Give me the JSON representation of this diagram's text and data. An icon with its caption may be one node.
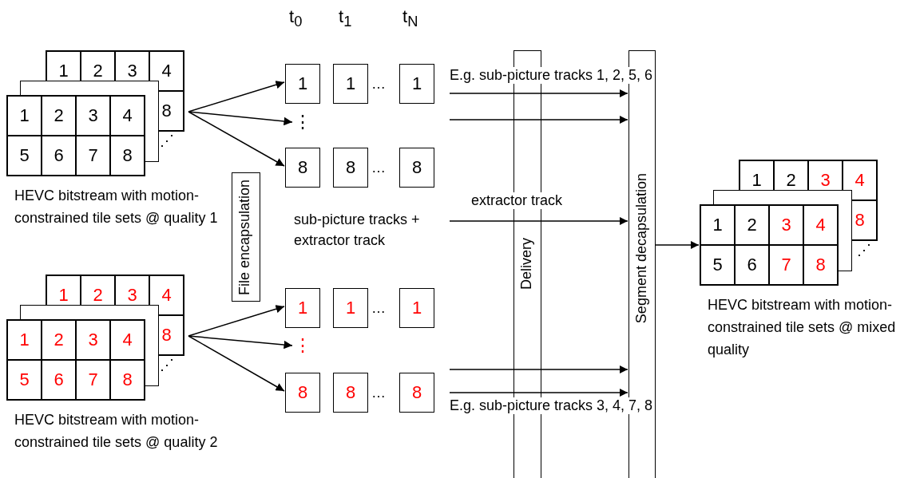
{
  "diagram": {
    "nodes": [
      {
        "text": [
          "1",
          "2",
          "3",
          "4",
          "8",
          "1",
          "2",
          "3",
          "4",
          "5",
          "6",
          "7",
          "8"
        ],
        "beside": [
          "HEVC bitstream with motion-constrained tile sets @ quality 1"
        ]
      },
      {
        "text": [
          "1",
          "2",
          "3",
          "4",
          "8",
          "1",
          "2",
          "3",
          "4",
          "5",
          "6",
          "7",
          "8"
        ],
        "beside": [
          "HEVC bitstream with motion-constrained tile sets @ quality 2"
        ]
      },
      {
        "text": [
          "File encapsulation"
        ]
      },
      {
        "text": [
          "1"
        ]
      },
      {
        "text": [
          "1"
        ]
      },
      {
        "text": [
          "1"
        ]
      },
      {
        "text": [
          "⋮"
        ]
      },
      {
        "text": [
          "8"
        ]
      },
      {
        "text": [
          "8"
        ]
      },
      {
        "text": [
          "8"
        ]
      },
      {
        "text": [
          "1"
        ]
      },
      {
        "text": [
          "1"
        ]
      },
      {
        "text": [
          "1"
        ]
      },
      {
        "text": [
          "⋮"
        ]
      },
      {
        "text": [
          "8"
        ]
      },
      {
        "text": [
          "8"
        ]
      },
      {
        "text": [
          "8"
        ]
      },
      {
        "text": [
          "Delivery"
        ]
      },
      {
        "text": [
          "Segment decapsulation"
        ]
      },
      {
        "text": [
          "1",
          "2",
          "3",
          "4",
          "8",
          "1",
          "2",
          "3",
          "4",
          "5",
          "6",
          "7",
          "8"
        ],
        "beside": [
          "HEVC bitstream with motion-constrained tile sets @ mixed quality"
        ]
      }
    ],
    "edges": [
      {
        "from": 0,
        "to": 3,
        "arrow": "to"
      },
      {
        "from": 0,
        "to": 6,
        "arrow": "to"
      },
      {
        "from": 0,
        "to": 7,
        "arrow": "to"
      },
      {
        "from": 1,
        "to": 10,
        "arrow": "to"
      },
      {
        "from": 1,
        "to": 13,
        "arrow": "to"
      },
      {
        "from": 1,
        "to": 14,
        "arrow": "to"
      },
      {
        "from": null,
        "to": 18,
        "arrow": "to",
        "label": "E.g. sub-picture tracks 1, 2, 5, 6"
      },
      {
        "from": null,
        "to": 18,
        "arrow": "to"
      },
      {
        "from": null,
        "to": 18,
        "arrow": "to",
        "label": "extractor track"
      },
      {
        "from": null,
        "to": 18,
        "arrow": "to"
      },
      {
        "from": null,
        "to": 18,
        "arrow": "to",
        "label": "E.g. sub-picture tracks 3, 4, 7, 8"
      },
      {
        "from": 18,
        "to": 19,
        "arrow": "to"
      }
    ],
    "labels": [
      "t$_{0}$",
      "t$_{1}$",
      "t$_{N}$",
      "…",
      "⋰",
      "…",
      "sub-picture tracks + extractor track",
      "⋰",
      "…",
      "⋰",
      "…"
    ]
  }
}
